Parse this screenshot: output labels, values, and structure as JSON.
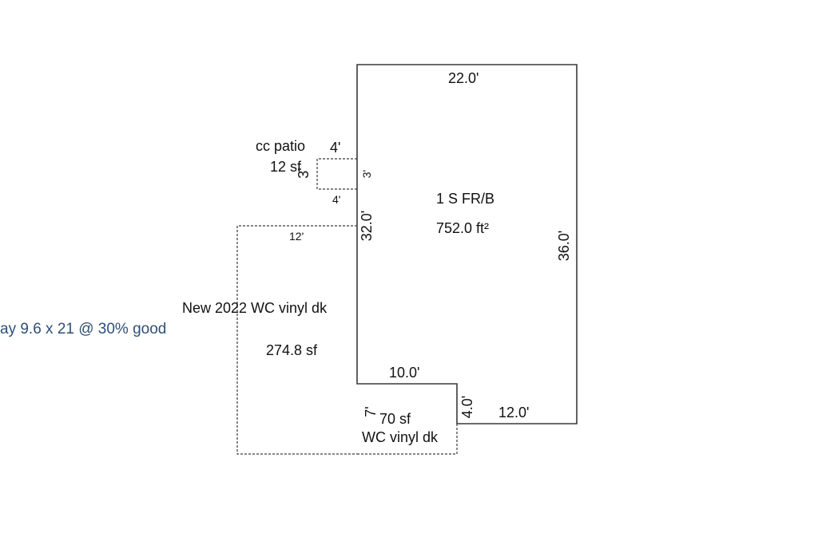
{
  "colors": {
    "background": "#ffffff",
    "line": "#3a3a3a",
    "text": "#111111",
    "note": "#2e4f78"
  },
  "main_structure": {
    "name": "1 S FR/B",
    "area": "752.0 ft²",
    "top_dim": "22.0'",
    "left_dim": "32.0'",
    "right_dim": "36.0'",
    "notch_top_dim": "10.0'",
    "notch_side_dim": "4.0'",
    "bottom_right_dim": "12.0'"
  },
  "patio": {
    "name": "cc patio",
    "area": "12 sf",
    "top_dim": "4'",
    "bottom_dim": "4'",
    "left_dim": "3'",
    "right_dim": "3'"
  },
  "deck_large": {
    "name": "New 2022 WC vinyl dk",
    "area": "274.8 sf",
    "top_dim": "12'"
  },
  "deck_small": {
    "name": "WC vinyl dk",
    "area": "70 sf",
    "side_dim": "7'"
  },
  "note": {
    "text": "ay 9.6 x 21 @ 30% good"
  }
}
